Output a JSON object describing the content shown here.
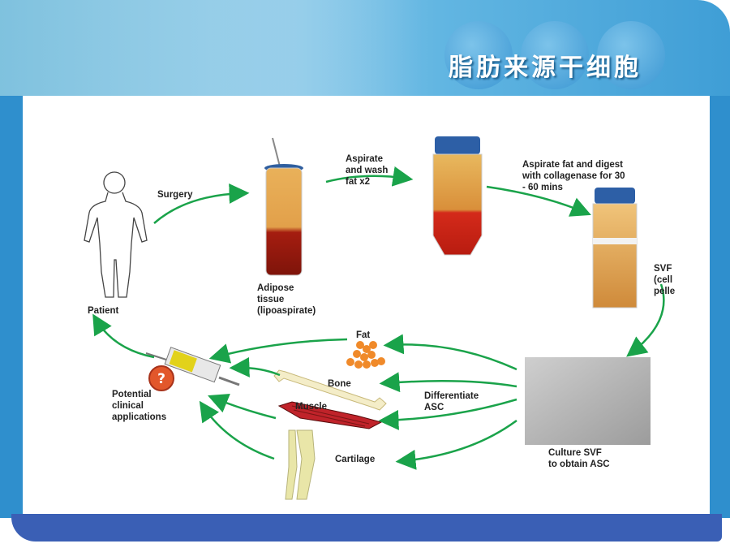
{
  "title": "脂肪来源干细胞",
  "labels": {
    "patient": "Patient",
    "surgery": "Surgery",
    "adipose": "Adipose\ntissue\n(lipoaspirate)",
    "aspirate_wash": "Aspirate\nand wash\nfat x2",
    "aspirate_digest": "Aspirate fat and digest\nwith collagenase for 30\n- 60 mins",
    "svf": "SVF\n(cell\npelle",
    "culture": "Culture SVF\nto obtain ASC",
    "differentiate": "Differentiate\nASC",
    "fat": "Fat",
    "bone": "Bone",
    "muscle": "Muscle",
    "cartilage": "Cartilage",
    "clinical": "Potential\nclinical\napplications"
  },
  "icons": {
    "question": "?"
  },
  "colors": {
    "arrow": "#1aa34a",
    "header_blue": "#3f9ed6",
    "footer_blue": "#3a5fb5"
  }
}
